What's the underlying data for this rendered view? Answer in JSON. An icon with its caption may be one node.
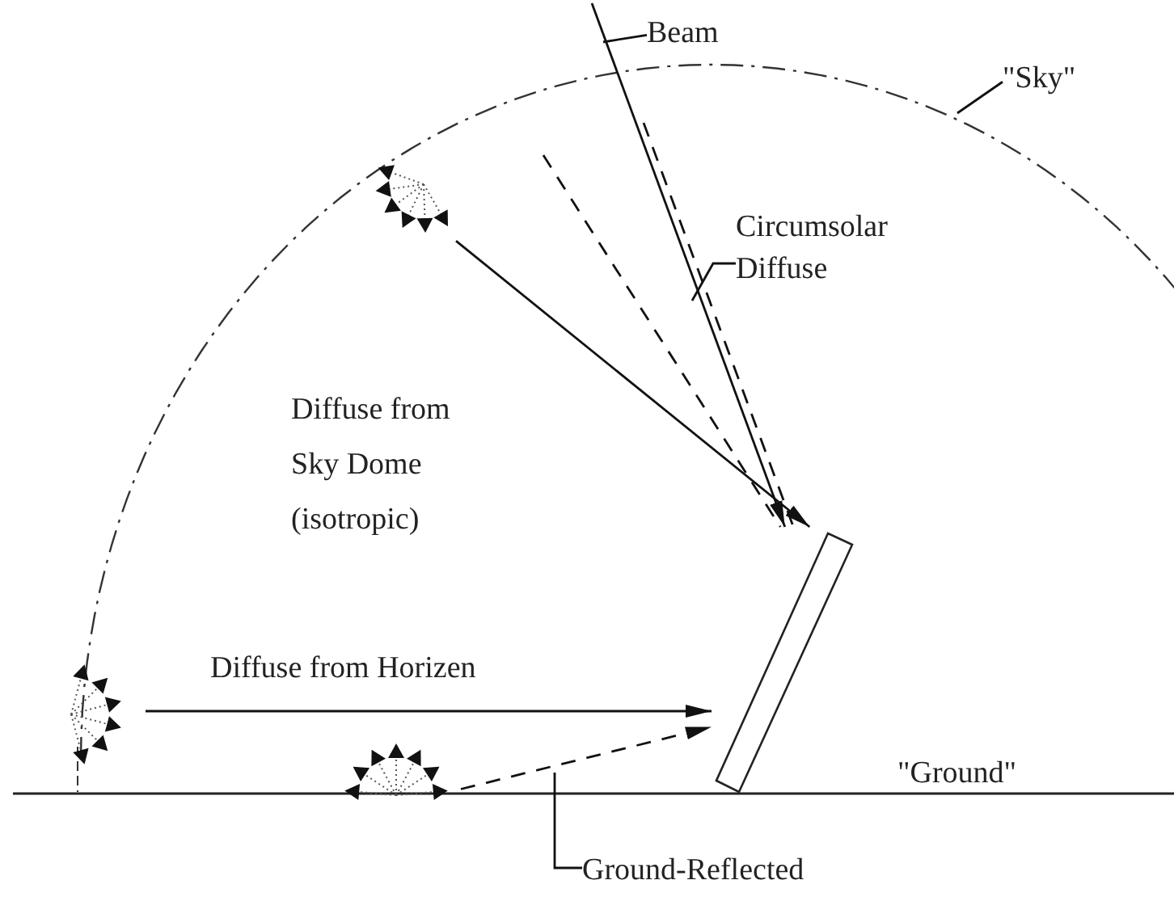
{
  "diagram": {
    "nodes": [
      {
        "text": [],
        "shape": "box"
      },
      {
        "text": [],
        "shape": "picture"
      },
      {
        "text": [],
        "shape": "picture"
      },
      {
        "text": [],
        "shape": "picture"
      },
      {
        "text": [
          "Beam"
        ]
      },
      {
        "text": [
          "\"Sky\""
        ]
      },
      {
        "text": [
          "Circumsolar Diffuse"
        ]
      },
      {
        "text": [
          "Ground-Reflected"
        ]
      }
    ],
    "edges": [
      {
        "from": null,
        "to": 0,
        "arrow": "to"
      },
      {
        "from": null,
        "to": 0,
        "arrow": "none",
        "style": "dashed"
      },
      {
        "from": null,
        "to": 0,
        "arrow": "none",
        "style": "dashed"
      },
      {
        "from": 1,
        "to": 0,
        "arrow": "to"
      },
      {
        "from": 2,
        "to": 0,
        "arrow": "to",
        "label": "Diffuse from Horizen"
      },
      {
        "from": 3,
        "to": 0,
        "arrow": "to",
        "style": "dashed"
      },
      {
        "from": 4,
        "to": null,
        "arrow": "none"
      },
      {
        "from": 5,
        "to": null,
        "arrow": "none"
      },
      {
        "from": 6,
        "to": null,
        "arrow": "none"
      },
      {
        "from": 7,
        "to": null,
        "arrow": "none"
      }
    ],
    "labels": [
      "Diffuse from Sky Dome (isotropic)",
      "\"Ground\""
    ]
  }
}
